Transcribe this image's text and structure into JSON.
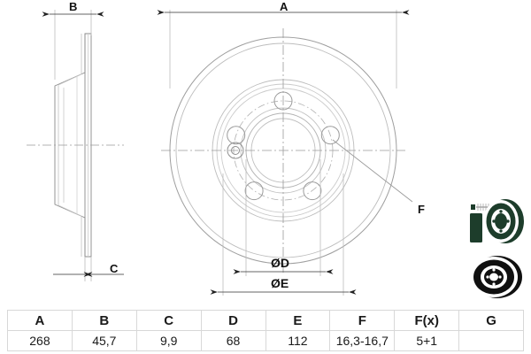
{
  "drawing": {
    "type": "brake-disc-technical-drawing",
    "views": {
      "side_section": {
        "name": "side-section-view",
        "dimension_labels": [
          "B",
          "C"
        ]
      },
      "front": {
        "name": "front-view",
        "dimension_labels": [
          "A",
          "ØD",
          "ØE",
          "F"
        ],
        "bolt_holes": 5,
        "pilot_holes": 1
      },
      "thumbnails": [
        {
          "name": "product-photo-green",
          "color": "#1d3d2b"
        },
        {
          "name": "product-photo-dark",
          "color": "#0f0f0f"
        }
      ]
    },
    "labels": {
      "B": "B",
      "C": "C",
      "A": "A",
      "D": "ØD",
      "E": "ØE",
      "F": "F"
    },
    "colors": {
      "line": "#8a8a8a",
      "line_dark": "#6e6e6e",
      "center_line": "#9a9a9a",
      "dimension": "#555555",
      "text": "#111111",
      "table_border": "#d8d8d8",
      "background": "#ffffff",
      "thumb_green": "#1d3d2b",
      "thumb_dark": "#101010"
    }
  },
  "table": {
    "name": "dimensions-table",
    "headers": [
      "A",
      "B",
      "C",
      "D",
      "E",
      "F",
      "F(x)",
      "G"
    ],
    "values": [
      "268",
      "45,7",
      "9,9",
      "68",
      "112",
      "16,3-16,7",
      "5+1",
      ""
    ]
  }
}
